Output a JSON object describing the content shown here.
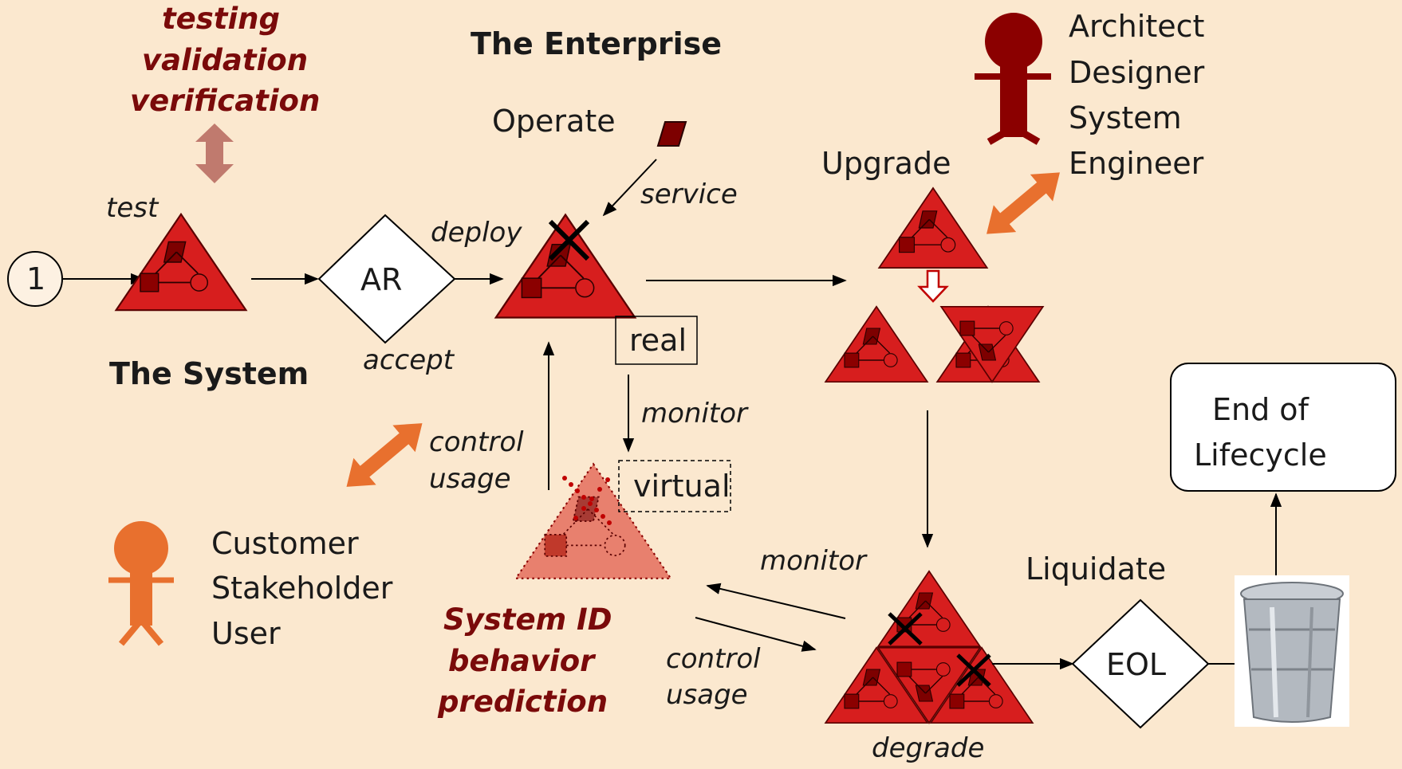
{
  "diagram": {
    "title": "The Enterprise",
    "start_node": "1",
    "system_label": "The System",
    "test_label": "test",
    "verification": [
      "testing",
      "validation",
      "verification"
    ],
    "ar_label": "AR",
    "deploy_label": "deploy",
    "accept_label": "accept",
    "operate_label": "Operate",
    "service_label": "service",
    "real_label": "real",
    "monitor_label": "monitor",
    "virtual_label": "virtual",
    "control_usage": [
      "control",
      "usage"
    ],
    "system_id": [
      "System ID",
      "behavior",
      "prediction"
    ],
    "customer_roles": [
      "Customer",
      "Stakeholder",
      "User"
    ],
    "upgrade_label": "Upgrade",
    "engineer_roles": [
      "Architect",
      "Designer",
      "System",
      "Engineer"
    ],
    "monitor2_label": "monitor",
    "control_usage2": [
      "control",
      "usage"
    ],
    "degrade_label": "degrade",
    "liquidate_label": "Liquidate",
    "eol_label": "EOL",
    "end_of_lifecycle": [
      "End of",
      "Lifecycle"
    ],
    "colors": {
      "background": "#fbe8cf",
      "triangle": "#d71e1e",
      "dark_red": "#8b0000",
      "orange": "#e8702e"
    }
  }
}
